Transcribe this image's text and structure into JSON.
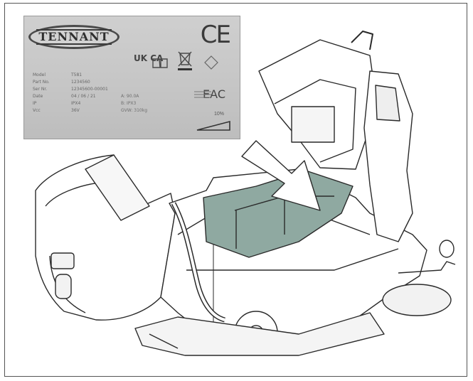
{
  "plate": {
    "logo_text": "TENNANT",
    "ce_mark": "CE",
    "ukca_mark": "UK CA",
    "eac_mark": "EAC",
    "fields": [
      {
        "label": "Model",
        "value": "T581",
        "extra": ""
      },
      {
        "label": "Part No.",
        "value": "1234560",
        "extra": ""
      },
      {
        "label": "Ser Nr.",
        "value": "12345600-00001",
        "extra": ""
      },
      {
        "label": "Date",
        "value": "04 / 06 / 21",
        "extra": "A: 90.0A"
      },
      {
        "label": "IP",
        "value": "IPX4",
        "extra": "B: IPX3"
      },
      {
        "label": "Vcc",
        "value": "36V",
        "extra": "GVW: 310kg"
      }
    ],
    "grade_label": "10%"
  },
  "colors": {
    "plate_bg": "#c8c8c8",
    "highlight": "#8fa9a1",
    "outline": "#2a2a2a"
  }
}
